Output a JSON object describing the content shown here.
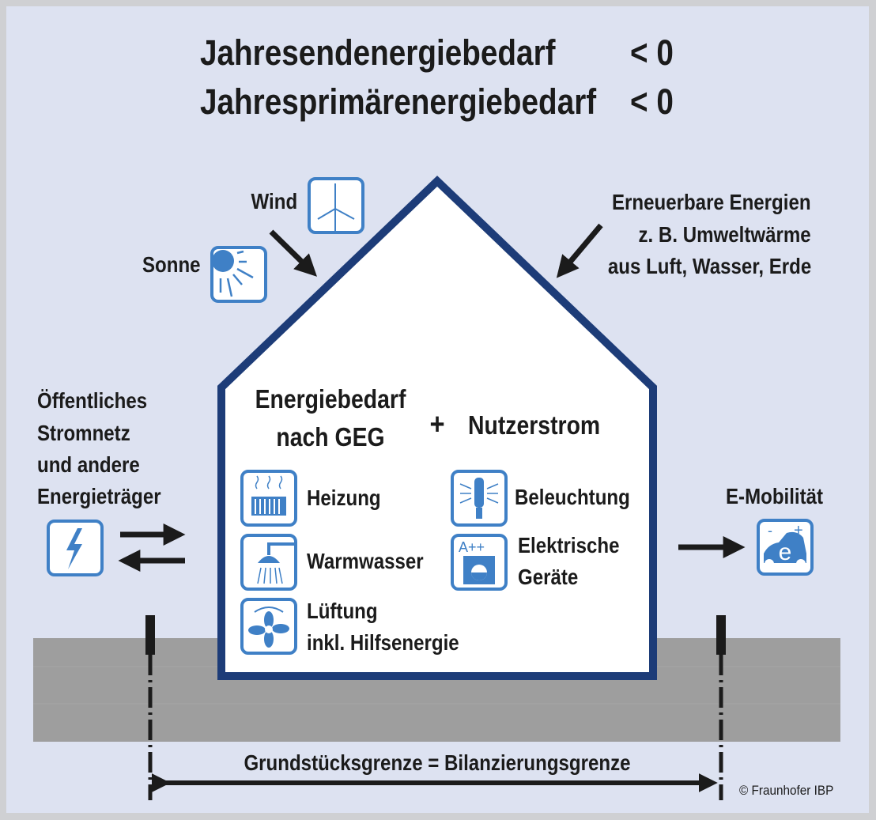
{
  "title": {
    "line1_label": "Jahresendenergiebedarf",
    "line1_value": "< 0",
    "line2_label": "Jahresprimärenergiebedarf",
    "line2_value": "< 0"
  },
  "sources": {
    "wind": "Wind",
    "sun": "Sonne",
    "renewables": [
      "Erneuerbare Energien",
      "z. B. Umweltwärme",
      "aus Luft, Wasser, Erde"
    ]
  },
  "grid": {
    "lines": [
      "Öffentliches",
      "Stromnetz",
      "und andere",
      "Energieträger"
    ]
  },
  "house": {
    "left_heading": [
      "Energiebedarf",
      "nach GEG"
    ],
    "plus": "+",
    "right_heading": "Nutzerstrom",
    "geg_items": [
      {
        "label": "Heizung",
        "icon": "radiator-icon"
      },
      {
        "label": "Warmwasser",
        "icon": "shower-icon"
      },
      {
        "label": "Lüftung",
        "label2": "inkl. Hilfsenergie",
        "icon": "fan-icon"
      }
    ],
    "user_items": [
      {
        "label": "Beleuchtung",
        "icon": "light-bulb-icon"
      },
      {
        "label": "Elektrische",
        "label2": "Geräte",
        "icon": "washing-machine-icon",
        "badge": "A++"
      }
    ]
  },
  "emobility": {
    "label": "E-Mobilität",
    "icon_letter": "e",
    "minus": "-",
    "plus": "+"
  },
  "boundary": {
    "label": "Grundstücksgrenze = Bilanzierungsgrenze"
  },
  "copyright": "© Fraunhofer IBP",
  "colors": {
    "background": "#dde2f1",
    "house_border": "#1d3c78",
    "icon_blue": "#3f80c6",
    "ground": "#9e9e9e",
    "text": "#1b1b1b"
  }
}
